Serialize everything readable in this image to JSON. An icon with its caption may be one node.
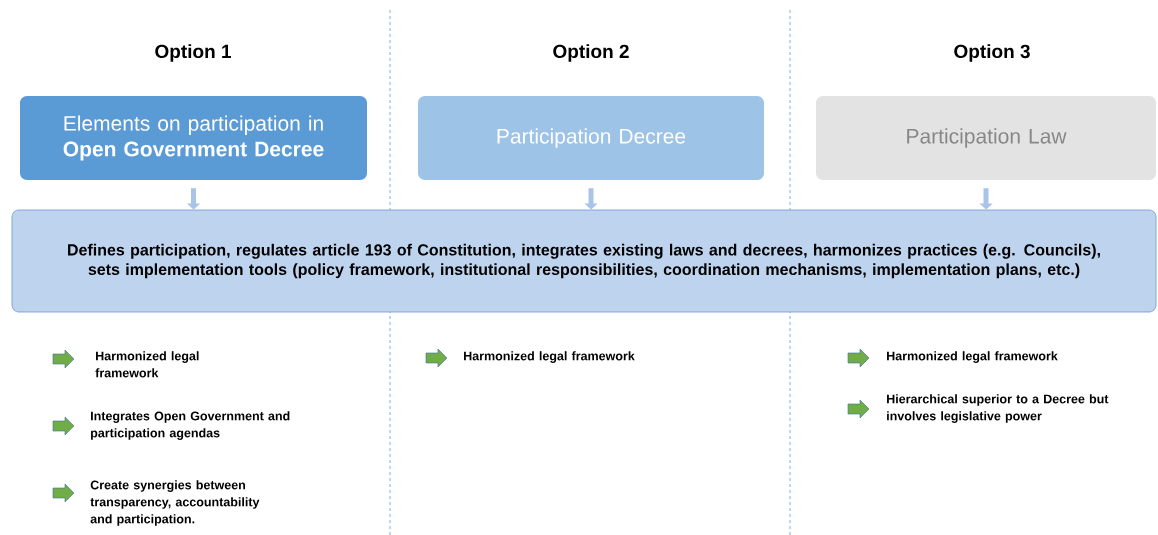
{
  "diagram": {
    "nodes": [
      {
        "text": [
          "Elements on participation in **Open Government Decree**"
        ]
      },
      {
        "text": [
          "Participation Decree"
        ]
      },
      {
        "text": [
          "Participation Law"
        ]
      },
      {
        "text": [
          "Defines participation, regulates article 193 of Constitution,  integrates existing laws and decrees, harmonizes practices (e.g. Councils), sets implementation tools (policy framework, institutional responsibilities, coordination mechanisms, implementation plans, etc.)"
        ]
      }
    ],
    "edges": [
      {
        "from": 0,
        "to": 3,
        "arrow": "to"
      },
      {
        "from": 1,
        "to": 3,
        "arrow": "to"
      },
      {
        "from": 2,
        "to": 3,
        "arrow": "to"
      }
    ],
    "labels": [
      "Option 1",
      "Option 2",
      "Option 3",
      "Harmonized legal framework",
      "Integrates Open Government and participation agendas",
      "Create synergies between transparency, accountability and participation.",
      "Harmonized legal framework",
      "Harmonized legal framework",
      "Hierarchical superior to a Decree but involves legislative power"
    ]
  }
}
